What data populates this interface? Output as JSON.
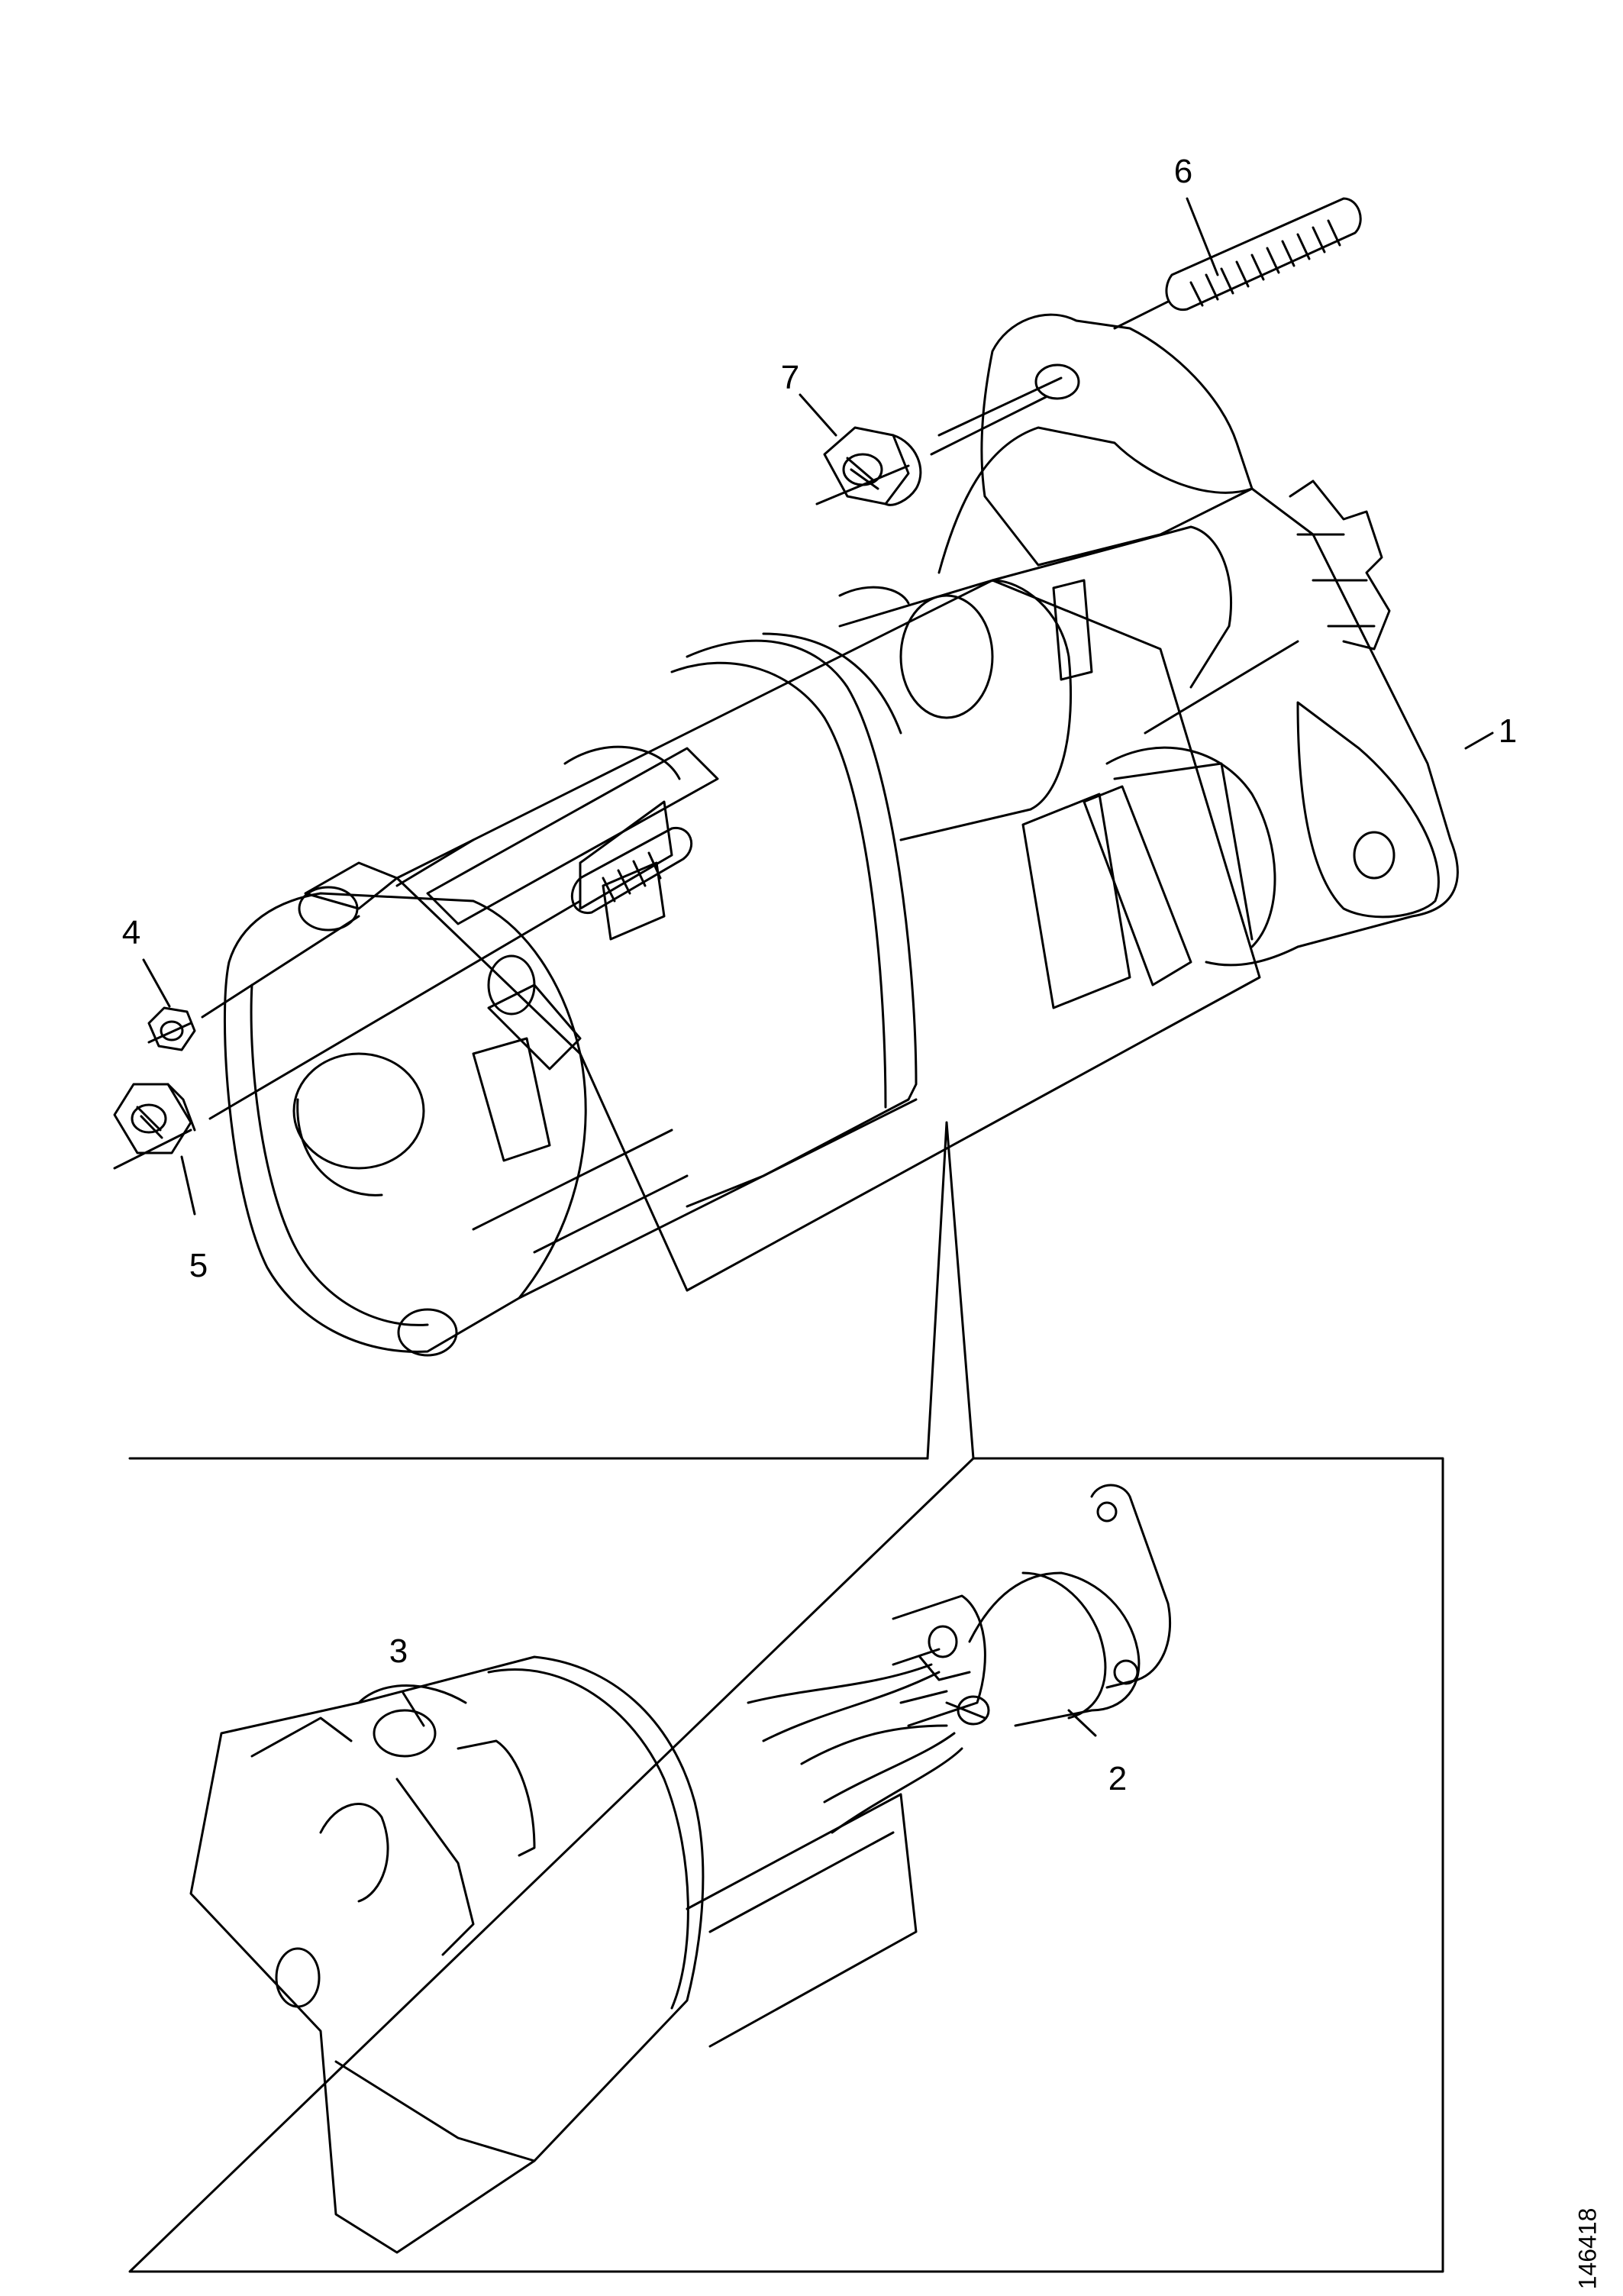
{
  "figure": {
    "id": "146418",
    "callouts": [
      {
        "key": "c1",
        "label": "1"
      },
      {
        "key": "c2",
        "label": "2"
      },
      {
        "key": "c3",
        "label": "3"
      },
      {
        "key": "c4",
        "label": "4"
      },
      {
        "key": "c5",
        "label": "5"
      },
      {
        "key": "c6",
        "label": "6"
      },
      {
        "key": "c7",
        "label": "7"
      }
    ]
  },
  "colors": {
    "line": "#000000",
    "background": "#ffffff"
  }
}
